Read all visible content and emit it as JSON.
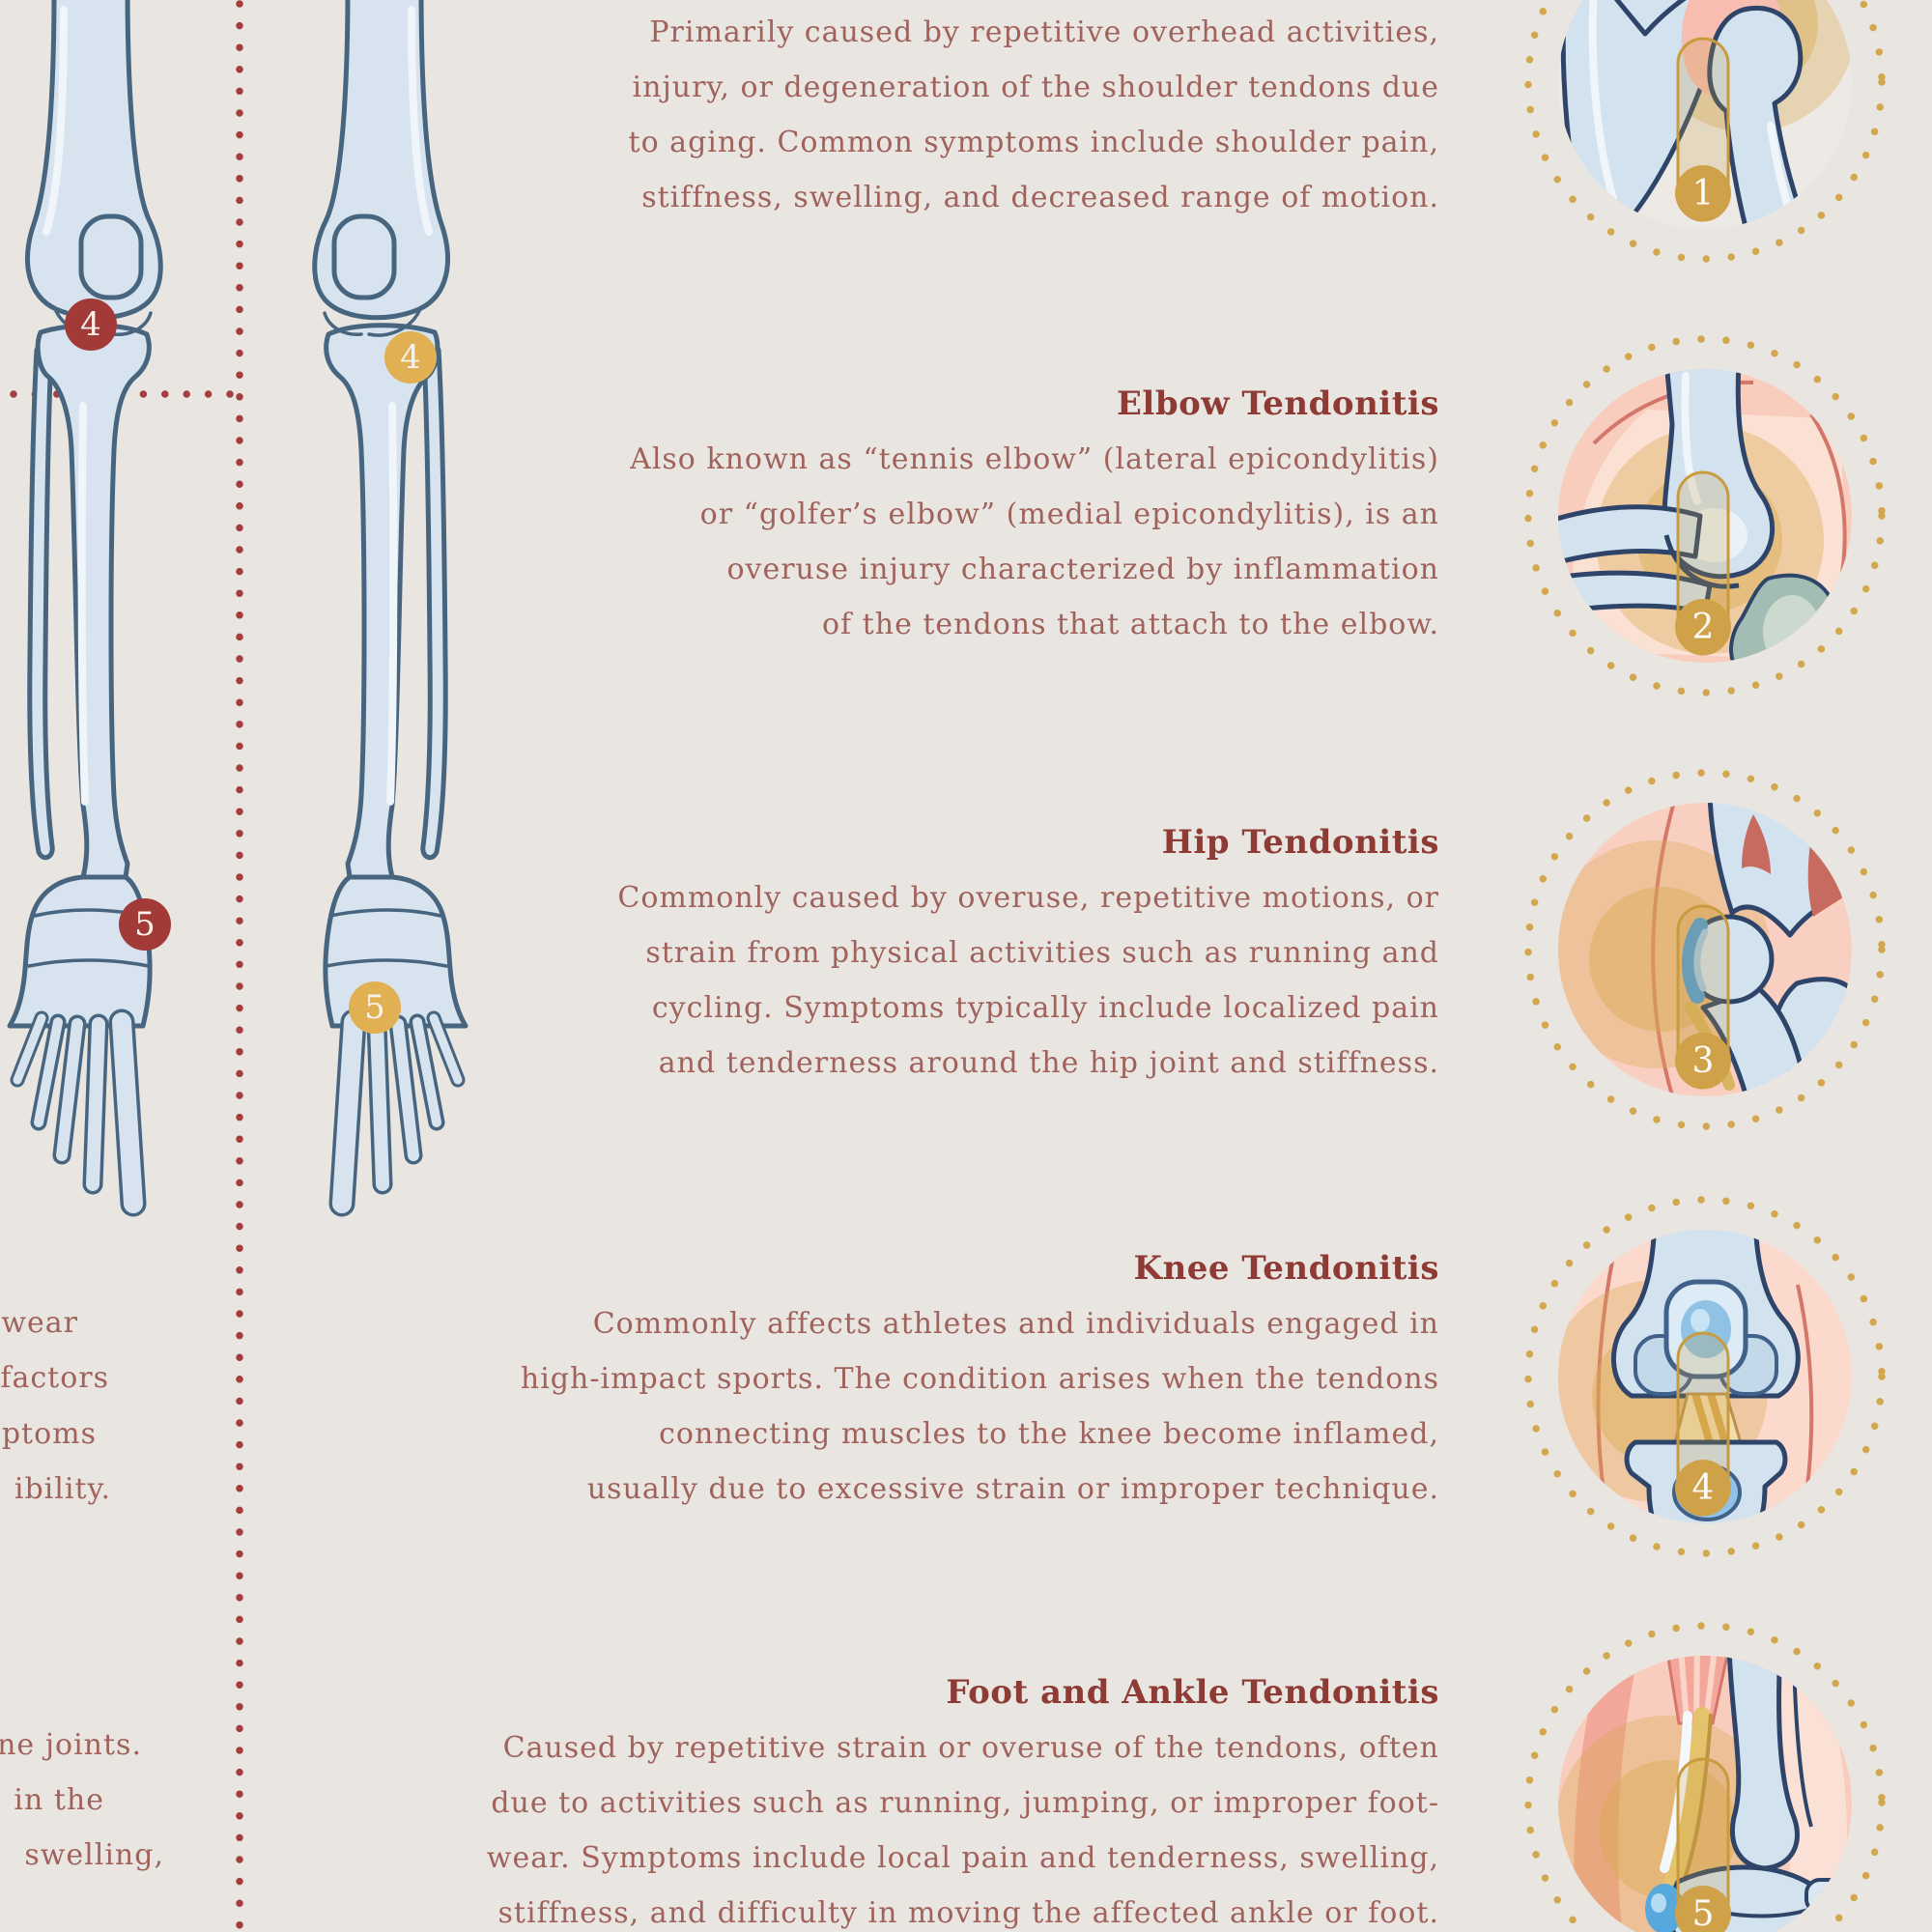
{
  "document": {
    "type": "tendonitis anatomy infographic (lower section)",
    "background_color": "#e9e6e2"
  },
  "palette": {
    "body_text": "#a0625b",
    "heading_text": "#8e3b36",
    "divider_dots": "#a43e3e",
    "marker_dark_red": "#a23a38",
    "marker_gold": "#e0b052",
    "ring_dots_gold": "#d2a74e",
    "glow_gold": "#d9a94f",
    "bone_fill": "#d7e4ef",
    "bone_outline": "#47657f",
    "skin_pink": "#f8cdbd",
    "bursa_teal": "#a3bcb4",
    "bursa_blue": "#57a8dc"
  },
  "sections": [
    {
      "id": "shoulder",
      "lines": [
        "Primarily caused by repetitive overhead activities,",
        "injury, or degeneration of the shoulder tendons due",
        "to aging. Common symptoms include shoulder pain,",
        "stiffness, swelling, and decreased range of motion."
      ]
    },
    {
      "id": "elbow",
      "heading": "Elbow Tendonitis",
      "lines": [
        "Also known as “tennis elbow” (lateral epicondylitis)",
        "or “golfer’s elbow” (medial epicondylitis), is an",
        "overuse injury characterized by inflammation",
        "of the tendons that attach to the elbow."
      ]
    },
    {
      "id": "hip",
      "heading": "Hip Tendonitis",
      "lines": [
        "Commonly caused by overuse, repetitive motions, or",
        "strain from physical activities such as running and",
        "cycling. Symptoms typically include localized pain",
        "and tenderness around the hip joint and stiffness."
      ]
    },
    {
      "id": "knee",
      "heading": "Knee Tendonitis",
      "lines": [
        "Commonly affects athletes and individuals engaged in",
        "high-impact sports. The condition arises when the tendons",
        "connecting muscles to the knee become inflamed,",
        "usually due to excessive strain or improper technique."
      ]
    },
    {
      "id": "foot_ankle",
      "heading": "Foot and Ankle Tendonitis",
      "lines": [
        "Caused by repetitive strain or overuse of the tendons, often",
        "due to activities such as running, jumping, or improper foot-",
        "wear. Symptoms include local pain and tenderness, swelling,",
        "stiffness, and difficulty in moving the affected ankle or foot."
      ]
    }
  ],
  "left_column_fragments": [
    {
      "text": "wear"
    },
    {
      "text": "factors"
    },
    {
      "text": "ptoms"
    },
    {
      "text": "ibility."
    },
    {
      "text": "ne joints."
    },
    {
      "text": "in the"
    },
    {
      "text": "swelling,"
    }
  ],
  "skeleton_markers": [
    {
      "label": "4",
      "style": "dark-red"
    },
    {
      "label": "4",
      "style": "gold"
    },
    {
      "label": "5",
      "style": "dark-red"
    },
    {
      "label": "5",
      "style": "gold"
    }
  ],
  "joint_circles": [
    {
      "number": "1",
      "name": "shoulder-joint-illustration"
    },
    {
      "number": "2",
      "name": "elbow-joint-illustration"
    },
    {
      "number": "3",
      "name": "hip-joint-illustration"
    },
    {
      "number": "4",
      "name": "knee-joint-illustration"
    },
    {
      "number": "5",
      "name": "ankle-joint-illustration"
    }
  ]
}
